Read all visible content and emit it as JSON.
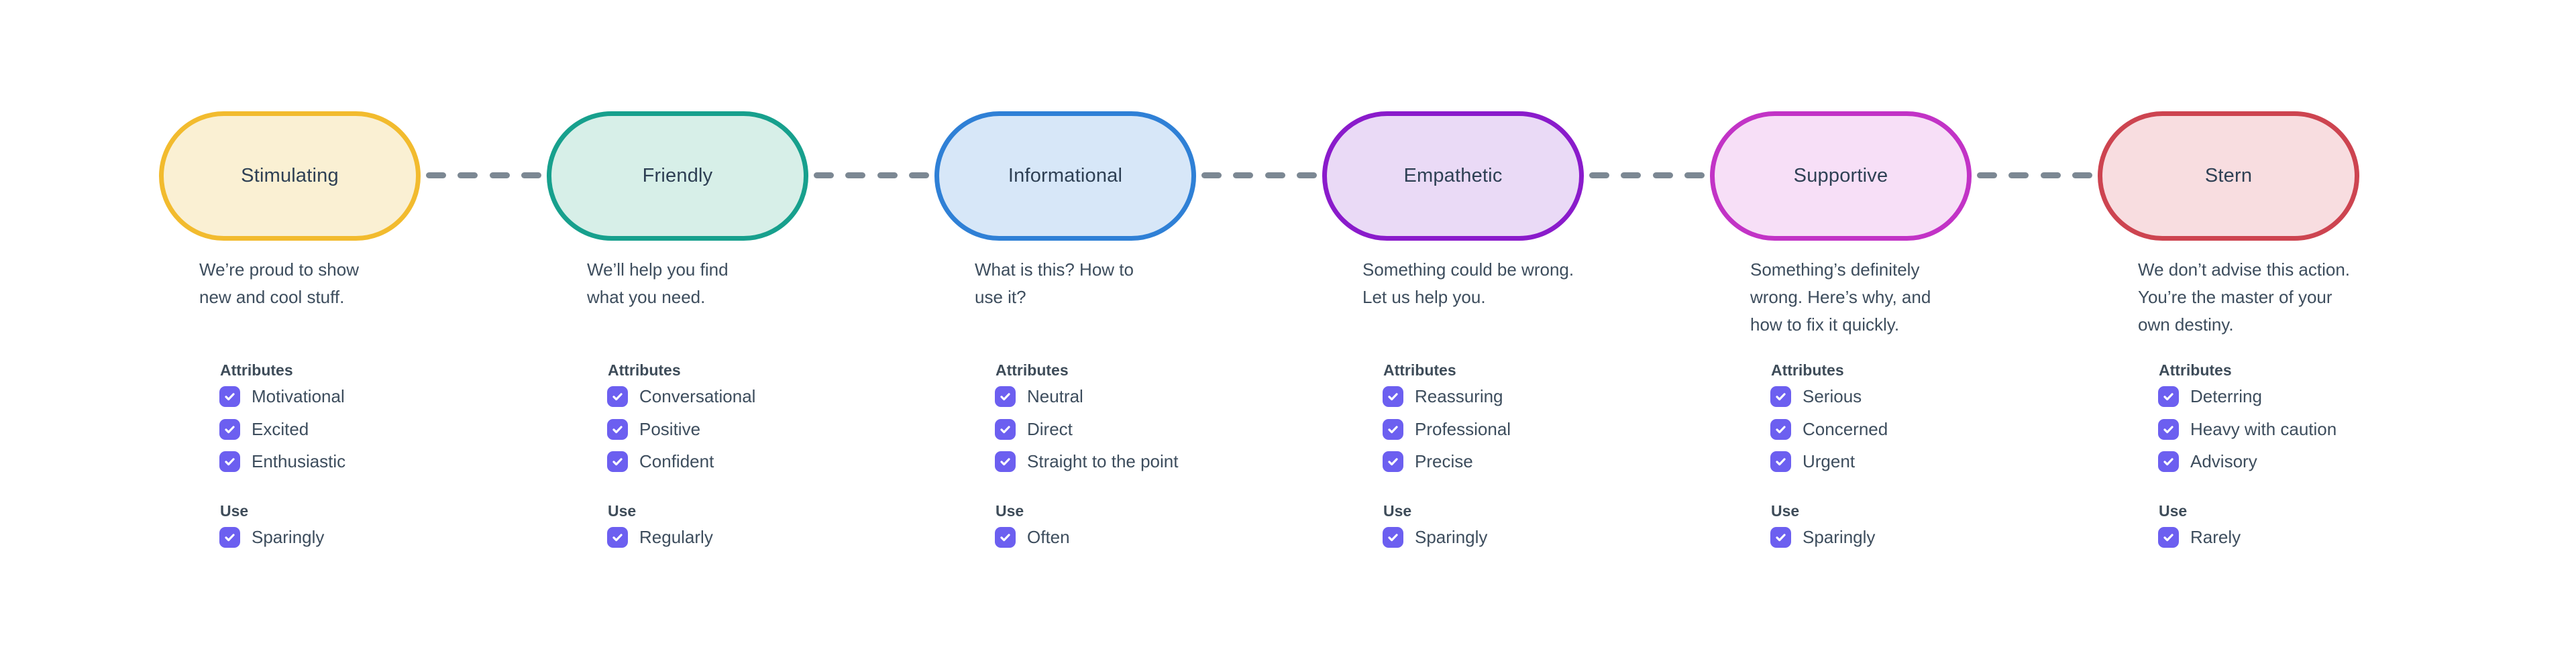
{
  "diagram": {
    "attributes_heading": "Attributes",
    "use_heading": "Use",
    "checkbox_color": "#6C5FF0",
    "checkmark_color": "#FFFFFF",
    "connector_dash_color": "#7C8893",
    "text_color": "#3D4D5D",
    "tones": [
      {
        "name": "Stimulating",
        "border_color": "#F2BB2E",
        "fill_color": "#FAF0D3",
        "description": "We’re proud to show\nnew and cool stuff.",
        "attributes": [
          {
            "label": "Motivational",
            "checked": true
          },
          {
            "label": "Excited",
            "checked": true
          },
          {
            "label": "Enthusiastic",
            "checked": true
          }
        ],
        "use": {
          "label": "Sparingly",
          "checked": true
        }
      },
      {
        "name": "Friendly",
        "border_color": "#17A08D",
        "fill_color": "#D7EFE8",
        "description": "We’ll help you find\nwhat you need.",
        "attributes": [
          {
            "label": "Conversational",
            "checked": true
          },
          {
            "label": "Positive",
            "checked": true
          },
          {
            "label": "Confident",
            "checked": true
          }
        ],
        "use": {
          "label": "Regularly",
          "checked": true
        }
      },
      {
        "name": "Informational",
        "border_color": "#2F80D6",
        "fill_color": "#D7E7F8",
        "description": "What is this? How to\nuse it?",
        "attributes": [
          {
            "label": "Neutral",
            "checked": true
          },
          {
            "label": "Direct",
            "checked": true
          },
          {
            "label": "Straight to the point",
            "checked": true
          }
        ],
        "use": {
          "label": "Often",
          "checked": true
        }
      },
      {
        "name": "Empathetic",
        "border_color": "#8A1BCB",
        "fill_color": "#EADAF6",
        "description": "Something could be wrong.\nLet us help you.",
        "attributes": [
          {
            "label": "Reassuring",
            "checked": true
          },
          {
            "label": "Professional",
            "checked": true
          },
          {
            "label": "Precise",
            "checked": true
          }
        ],
        "use": {
          "label": "Sparingly",
          "checked": true
        }
      },
      {
        "name": "Supportive",
        "border_color": "#C233C6",
        "fill_color": "#F7DFF7",
        "description": "Something’s definitely\nwrong. Here’s why, and\nhow to fix it quickly.",
        "attributes": [
          {
            "label": "Serious",
            "checked": true
          },
          {
            "label": "Concerned",
            "checked": true
          },
          {
            "label": "Urgent",
            "checked": true
          }
        ],
        "use": {
          "label": "Sparingly",
          "checked": true
        }
      },
      {
        "name": "Stern",
        "border_color": "#CD4450",
        "fill_color": "#F8DDE0",
        "description": "We don’t advise this action.\nYou’re the master of your\nown destiny.",
        "attributes": [
          {
            "label": "Deterring",
            "checked": true
          },
          {
            "label": "Heavy with caution",
            "checked": true
          },
          {
            "label": "Advisory",
            "checked": true
          }
        ],
        "use": {
          "label": "Rarely",
          "checked": true
        }
      }
    ]
  }
}
